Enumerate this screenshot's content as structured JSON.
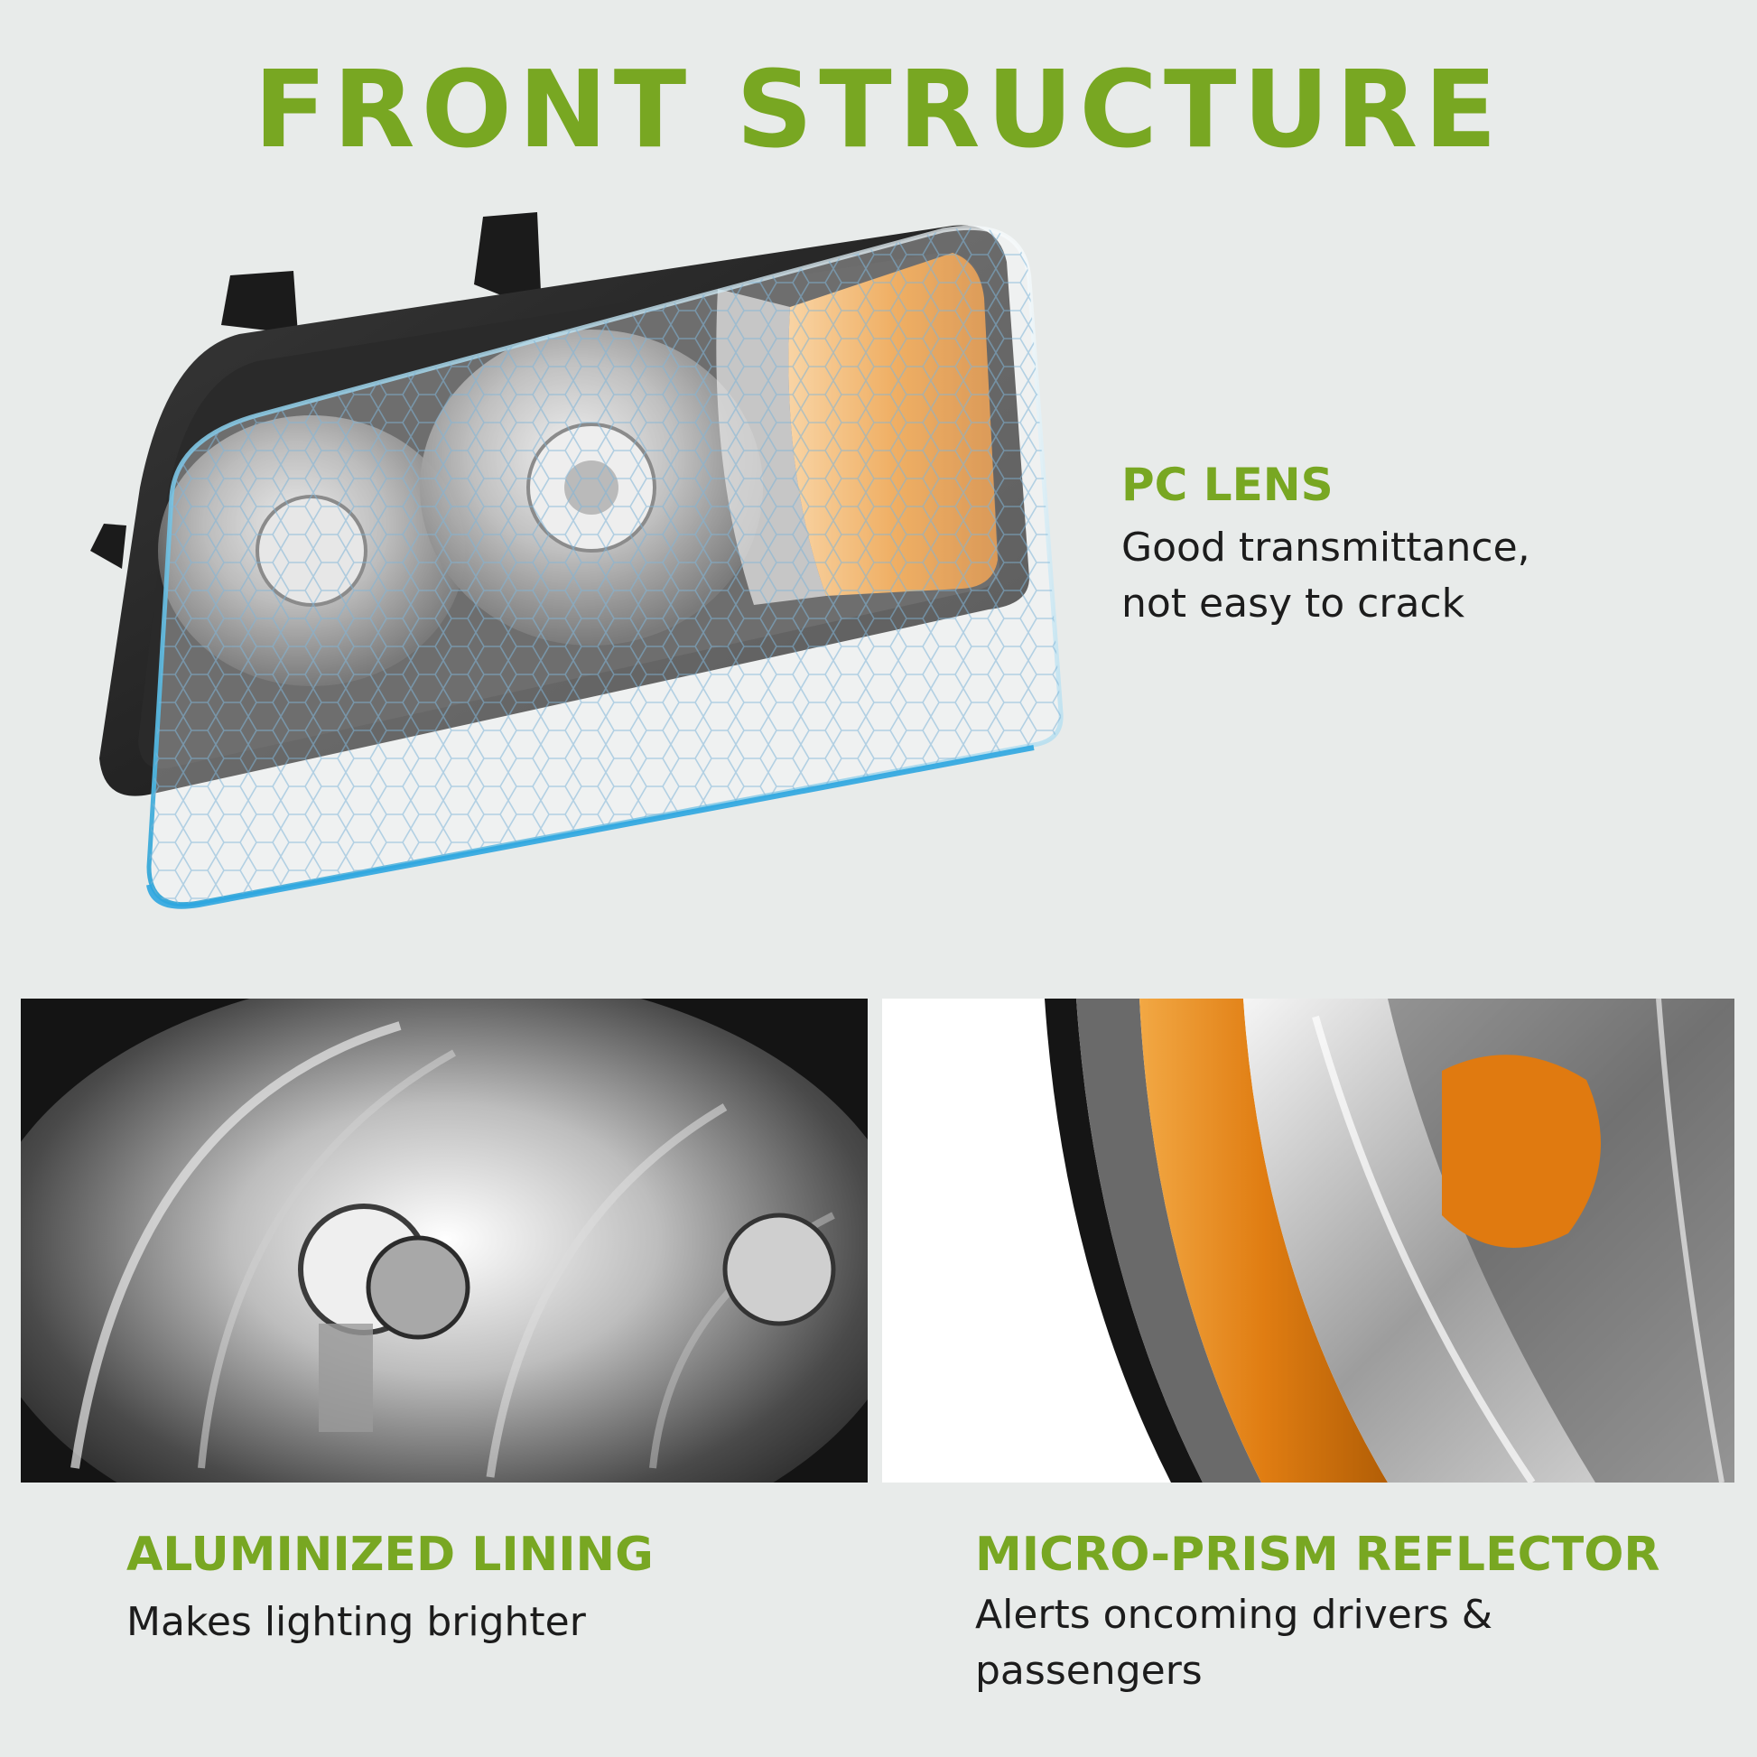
{
  "title": "FRONT STRUCTURE",
  "features": {
    "pc_lens": {
      "title": "PC LENS",
      "lines": [
        "Good transmittance,",
        "not easy to crack"
      ]
    },
    "aluminized": {
      "title": "ALUMINIZED LINING",
      "lines": [
        "Makes lighting brighter"
      ]
    },
    "prism": {
      "title": "MICRO-PRISM REFLECTOR",
      "lines": [
        "Alerts oncoming drivers &",
        "passengers"
      ]
    }
  },
  "colors": {
    "accent": "#78a722",
    "background": "#e8ebea",
    "text": "#1c1c1c",
    "amber": "#e88a1c",
    "lens_outline": "#3aa9d8"
  }
}
